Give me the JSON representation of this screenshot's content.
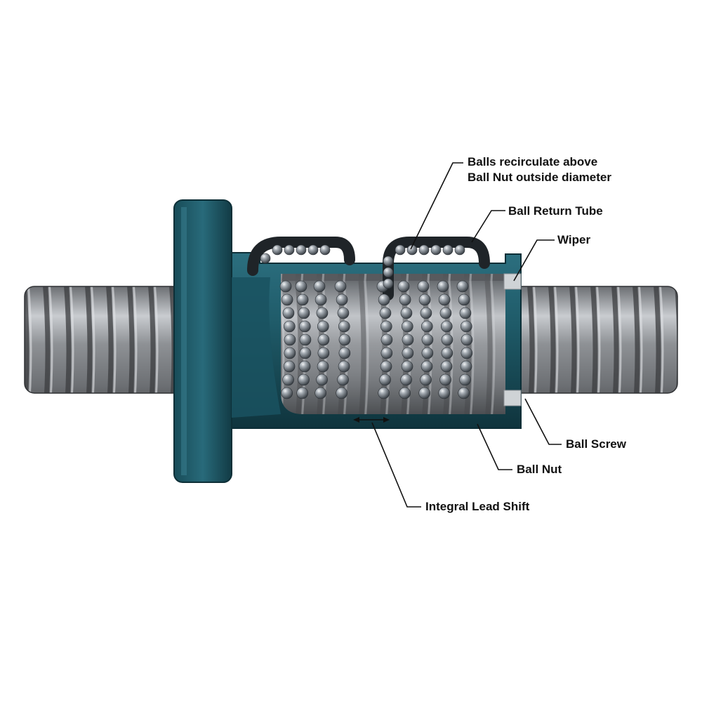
{
  "diagram": {
    "labels": {
      "recirculate_line1": "Balls recirculate above",
      "recirculate_line2": "Ball Nut outside diameter",
      "return_tube": "Ball Return Tube",
      "wiper": "Wiper",
      "ball_screw": "Ball Screw",
      "ball_nut": "Ball Nut",
      "lead_shift": "Integral Lead Shift"
    },
    "colors": {
      "nut": "#1d5866",
      "nut_dark": "#123a44",
      "screw": "#8c8f93",
      "ball": "#7f8790",
      "wiper": "#cfd3d6",
      "leader": "#111111"
    }
  }
}
